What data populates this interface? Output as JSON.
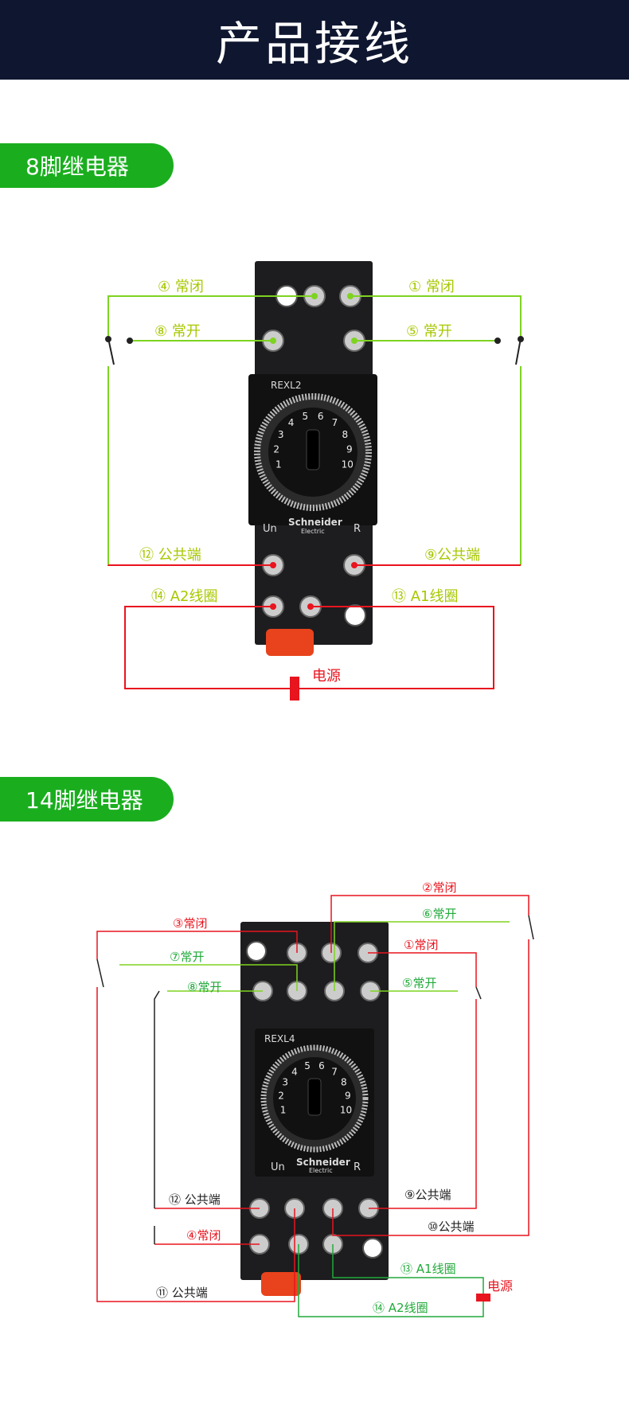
{
  "page_title": "产品接线",
  "section1": {
    "title": "8脚继电器",
    "model": "REXL2",
    "brand": "Schneider",
    "brand_sub": "Electric",
    "un": "Un",
    "r": "R",
    "dial": [
      "1",
      "2",
      "3",
      "4",
      "5",
      "6",
      "7",
      "8",
      "9",
      "10"
    ],
    "labels": {
      "t4": "④ 常闭",
      "t1": "① 常闭",
      "t8": "⑧ 常开",
      "t5": "⑤ 常开",
      "t12": "⑫ 公共端",
      "t9": "⑨公共端",
      "t14": "⑭ A2线圈",
      "t13": "⑬ A1线圈",
      "power": "电源"
    }
  },
  "section2": {
    "title": "14脚继电器",
    "model": "REXL4",
    "brand": "Schneider",
    "brand_sub": "Electric",
    "un": "Un",
    "r": "R",
    "dial": [
      "1",
      "2",
      "3",
      "4",
      "5",
      "6",
      "7",
      "8",
      "9",
      "10"
    ],
    "labels": {
      "t2": "②常闭",
      "t6": "⑥常开",
      "t3": "③常闭",
      "t1": "①常闭",
      "t7": "⑦常开",
      "t8": "⑧常开",
      "t5": "⑤常开",
      "t12": "⑫ 公共端",
      "t9": "⑨公共端",
      "t10": "⑩公共端",
      "t4": "④常闭",
      "t13": "⑬ A1线圈",
      "t14": "⑭ A2线圈",
      "t11": "⑪ 公共端",
      "power": "电源"
    }
  },
  "colors": {
    "header_bg": "#0f1730",
    "pill_green": "#1aae1f",
    "wire_green": "#7ed321",
    "wire_red": "#e8141e",
    "label_yellow_green": "#a8c700",
    "label_green": "#21a93a",
    "label_red": "#e8141e",
    "label_dark": "#222222",
    "wire_black": "#222222"
  }
}
